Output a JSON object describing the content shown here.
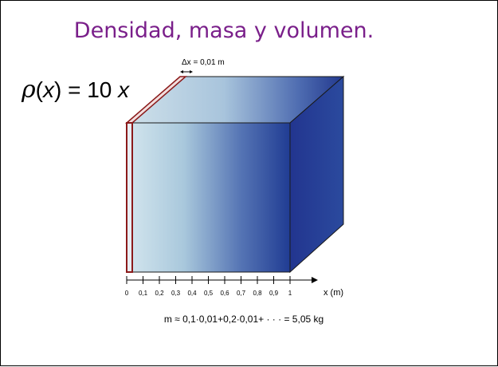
{
  "title": "Densidad, masa y volumen.",
  "formula": {
    "symbol": "ρ",
    "lhs_open": "(",
    "lhs_var": "x",
    "lhs_close": ")",
    "equals": " = 10 ",
    "rhs_var": "x"
  },
  "delta_label": "Δx = 0,01 m",
  "axis": {
    "label": "x (m)",
    "ticks": [
      "0",
      "0,1",
      "0,2",
      "0,3",
      "0,4",
      "0,5",
      "0,6",
      "0,7",
      "0,8",
      "0,9",
      "1"
    ]
  },
  "mass_equation": "m ≈ 0,1·0,01+0,2·0,01+ · · · = 5,05 kg",
  "colors": {
    "title": "#7a1f8a",
    "slice": "#8b1a1a",
    "cube_light": "#d4e6ee",
    "cube_dark": "#203c93"
  }
}
